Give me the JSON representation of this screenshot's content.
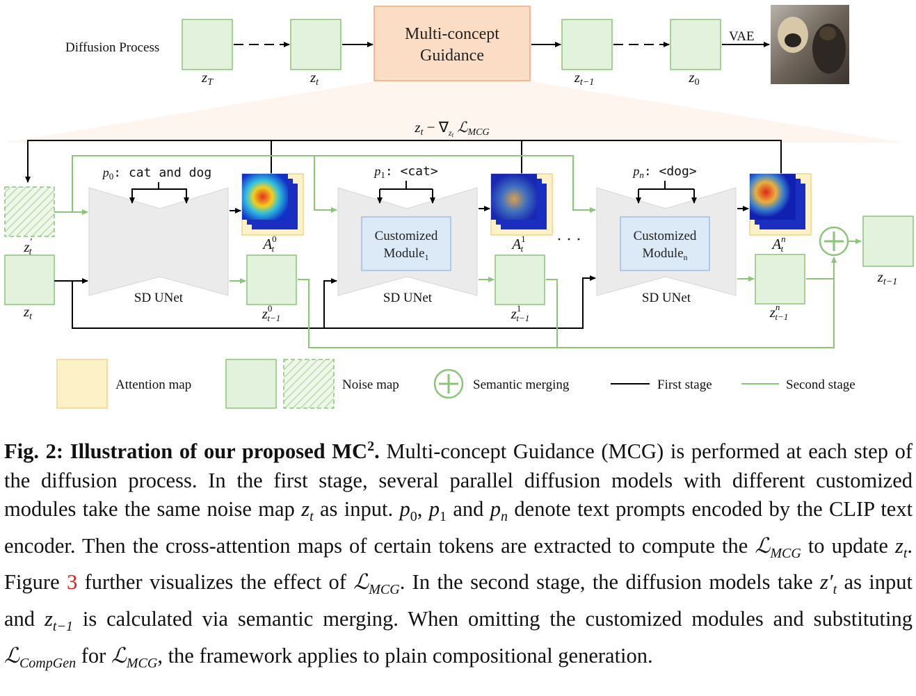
{
  "colors": {
    "noise_fill": "#e3f2dc",
    "noise_stroke": "#8cc47a",
    "attention_fill": "#fdf1c8",
    "attention_stroke": "#f2d48a",
    "guidance_fill": "#fbdcc4",
    "guidance_stroke": "#f0a878",
    "module_fill": "#dce9f7",
    "module_stroke": "#9cc0e4",
    "unet_fill": "#ebebeb",
    "second_stage_line": "#8cc47a",
    "first_stage_line": "#000000",
    "reference_red": "#e02020"
  },
  "top_row": {
    "process_label": "Diffusion Process",
    "z_labels": [
      "z_T",
      "z_t",
      "z_{t-1}",
      "z_0"
    ],
    "guidance_line1": "Multi-concept",
    "guidance_line2": "Guidance",
    "vae_label": "VAE",
    "photo_alt": "dog and cat photo"
  },
  "main": {
    "update_formula": "z_t − ∇_{z_t} ℒ_{MCG}",
    "left_labels": [
      "z′_t",
      "z_t"
    ],
    "prompts": [
      "p_0: cat and dog",
      "p_1: <cat>",
      "p_n: <dog>"
    ],
    "unet_label": "SD UNet",
    "module_labels": [
      "Customized",
      "Module_1",
      "Customized",
      "Module_n"
    ],
    "attention_labels": [
      "A^0_t",
      "A^1_t",
      "A^n_t"
    ],
    "output_labels": [
      "z^0_{t-1}",
      "z^1_{t-1}",
      "z^n_{t-1}"
    ],
    "final_label": "z_{t-1}",
    "dots": "· · ·"
  },
  "legend": {
    "attention": "Attention map",
    "noise": "Noise map",
    "merging": "Semantic merging",
    "first": "First stage",
    "second": "Second stage"
  },
  "caption": {
    "prefix": "Fig. 2:",
    "title": "Illustration of our proposed MC",
    "title_sup": "2",
    "title_end": ".",
    "s1": "Multi-concept Guidance (MCG) is performed at each step of the diffusion process. In the first stage, several parallel diffusion models with different customized modules take the same noise map",
    "s2": "as input.",
    "s3": "and",
    "s4": "denote text prompts encoded by the CLIP text encoder. Then the cross-attention maps of certain tokens are extracted to compute the",
    "s5": "to update",
    "s6": ". Figure",
    "fig_ref": "3",
    "s7": "further visualizes the effect of",
    "s8": ". In the second stage, the diffusion models take",
    "s9": "as input and",
    "s10": "is calculated via semantic merging. When omitting the customized modules and substituting",
    "s11": "for",
    "s12": ", the framework applies to plain compositional generation."
  }
}
